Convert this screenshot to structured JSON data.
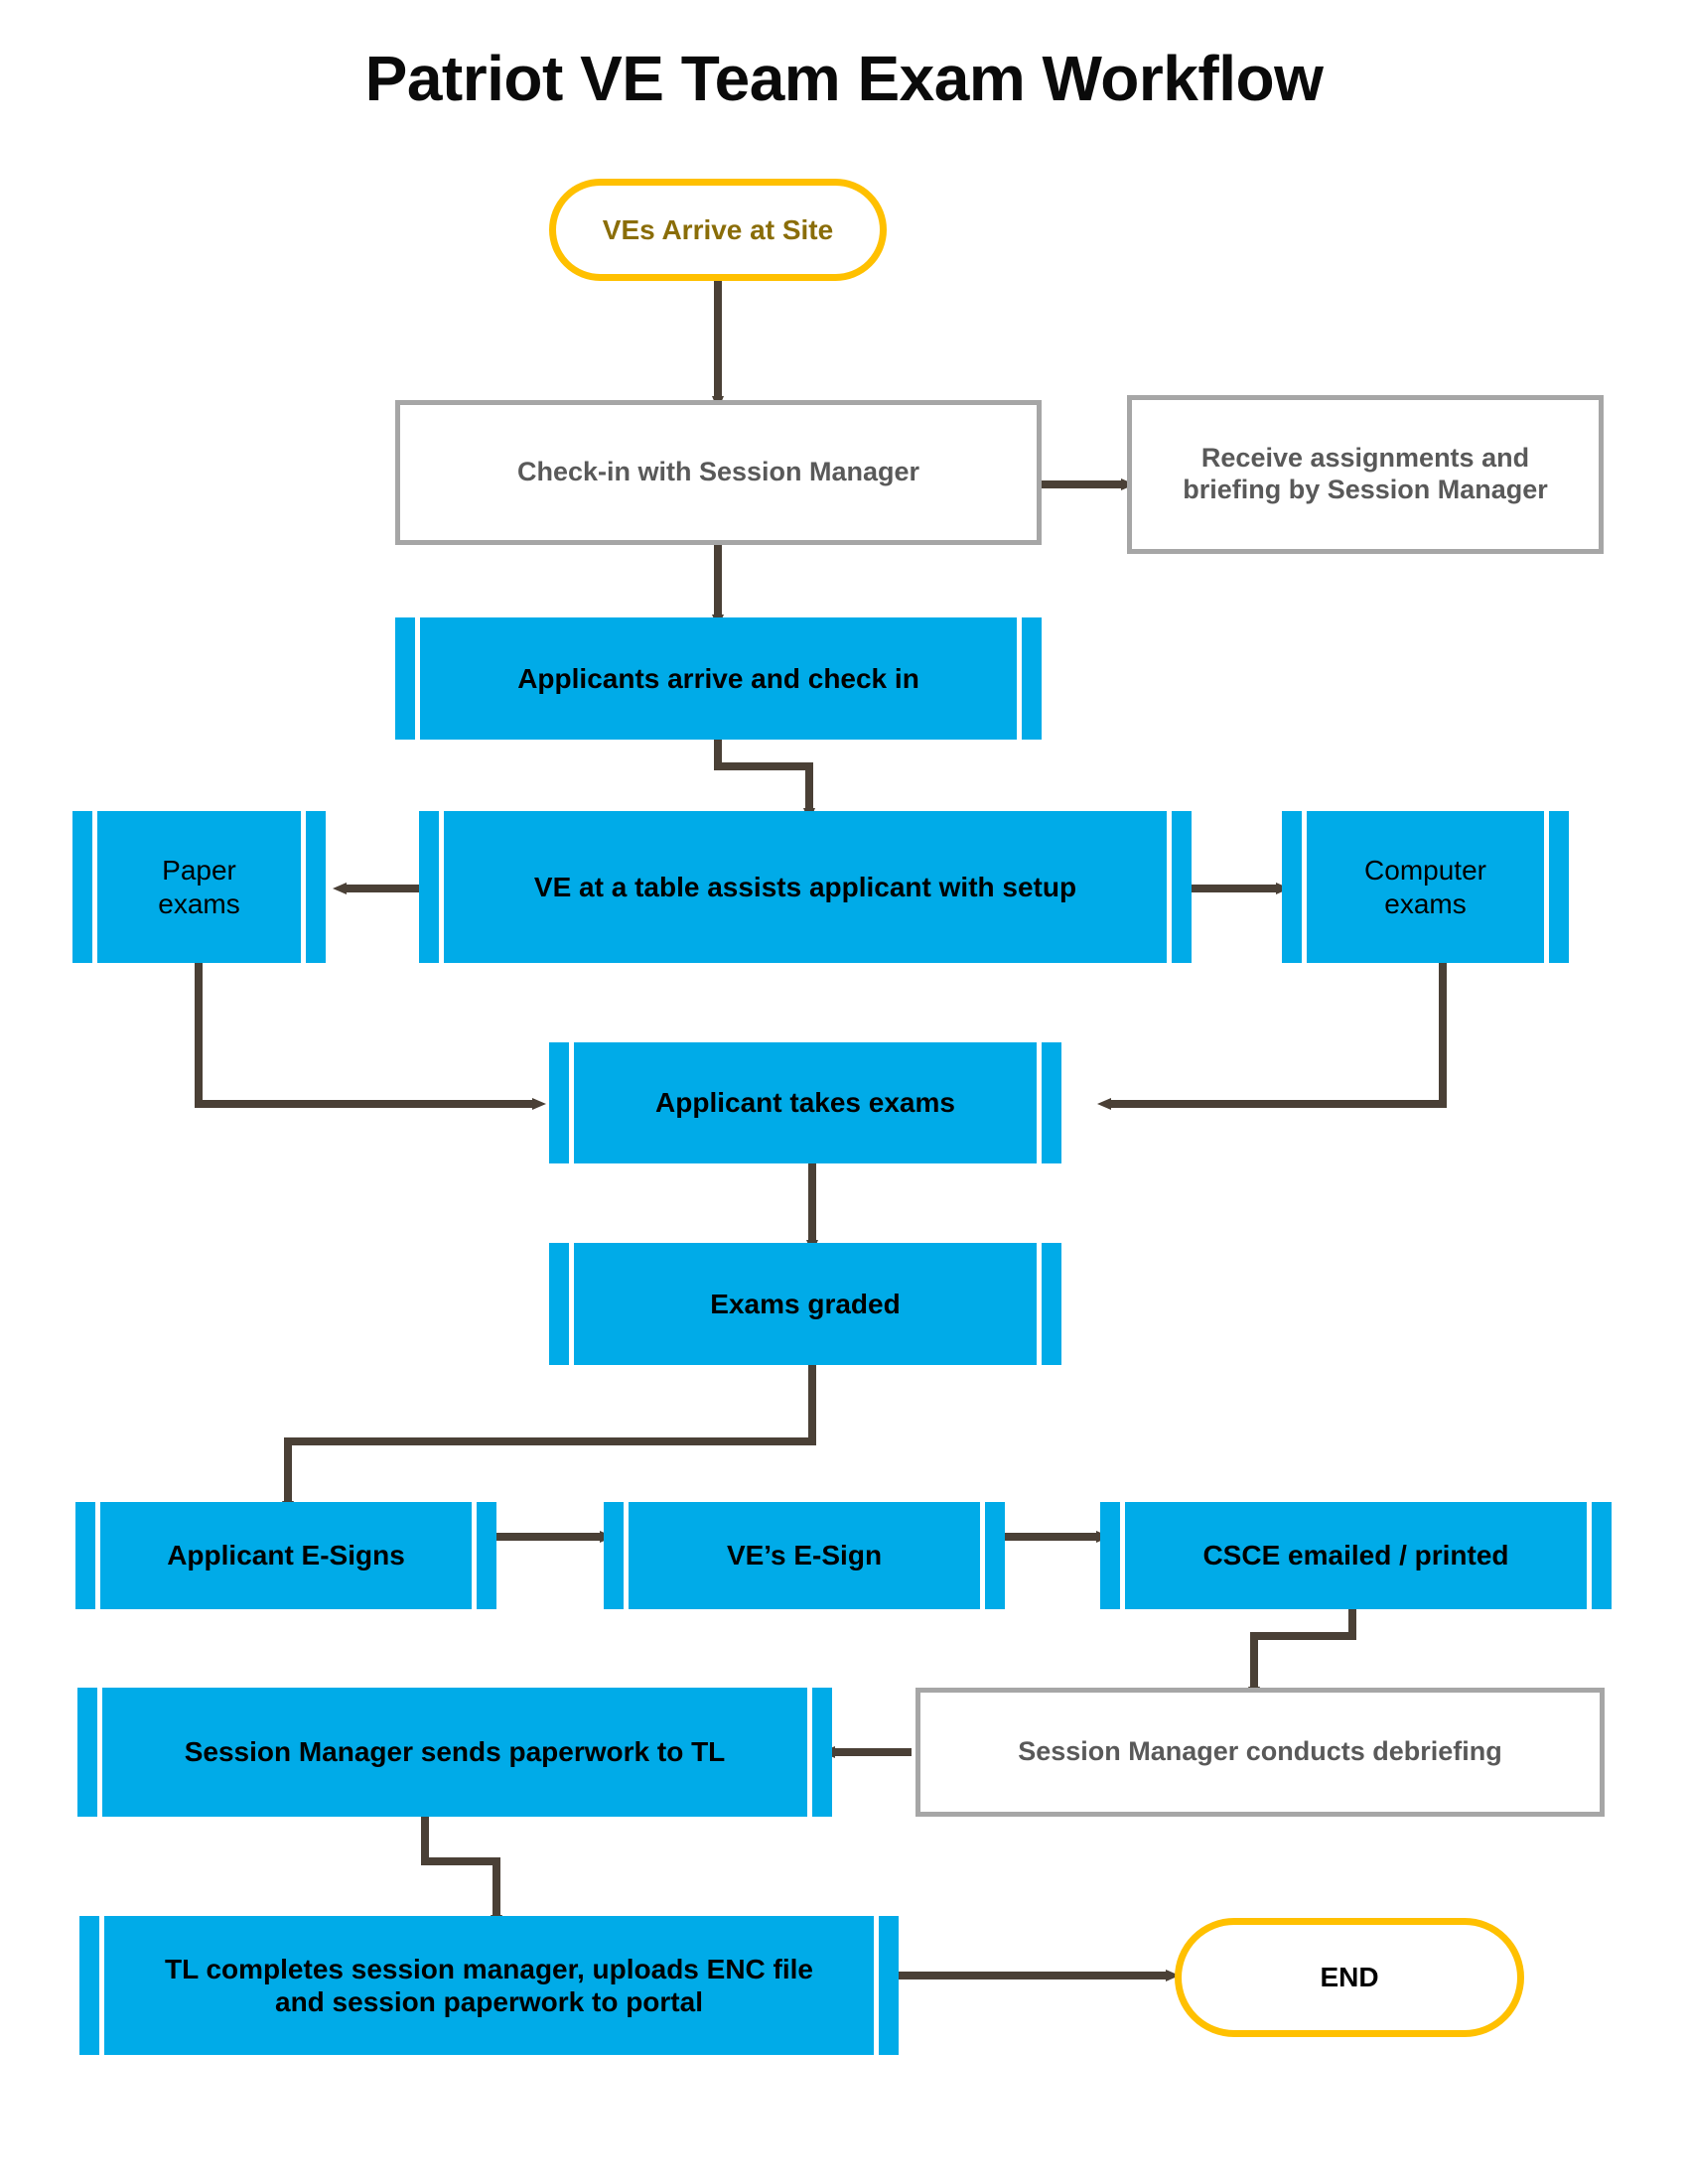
{
  "title": "Patriot VE Team Exam Workflow",
  "colors": {
    "blue_fill": "#00ABE8",
    "blue_text": "#000000",
    "grey_border": "#a6a6a6",
    "grey_text": "#595959",
    "terminator_border": "#FFC000",
    "start_text": "#8a6d08",
    "connector": "#4a4036",
    "background": "#ffffff"
  },
  "diagram_data": {
    "type": "flowchart",
    "orientation": "top-to-bottom",
    "nodes": [
      {
        "id": "start",
        "label": "VEs Arrive at Site",
        "shape": "terminator",
        "style": "yellow-outline"
      },
      {
        "id": "checkin",
        "label": "Check-in with Session Manager",
        "shape": "process",
        "style": "grey-outline"
      },
      {
        "id": "briefing",
        "label": "Receive assignments and briefing by Session Manager",
        "shape": "process",
        "style": "grey-outline"
      },
      {
        "id": "applicants",
        "label": "Applicants arrive and check in",
        "shape": "predefined-process",
        "style": "blue-fill"
      },
      {
        "id": "paper",
        "label": "Paper exams",
        "shape": "predefined-process",
        "style": "blue-fill"
      },
      {
        "id": "vetable",
        "label": "VE at a table assists applicant with setup",
        "shape": "predefined-process",
        "style": "blue-fill"
      },
      {
        "id": "computer",
        "label": "Computer exams",
        "shape": "predefined-process",
        "style": "blue-fill"
      },
      {
        "id": "takes",
        "label": "Applicant takes exams",
        "shape": "predefined-process",
        "style": "blue-fill"
      },
      {
        "id": "graded",
        "label": "Exams graded",
        "shape": "predefined-process",
        "style": "blue-fill"
      },
      {
        "id": "appesign",
        "label": "Applicant E-Signs",
        "shape": "predefined-process",
        "style": "blue-fill"
      },
      {
        "id": "veesign",
        "label": "VE’s E-Sign",
        "shape": "predefined-process",
        "style": "blue-fill"
      },
      {
        "id": "csce",
        "label": "CSCE emailed / printed",
        "shape": "predefined-process",
        "style": "blue-fill"
      },
      {
        "id": "debrief",
        "label": "Session Manager conducts debriefing",
        "shape": "process",
        "style": "grey-outline"
      },
      {
        "id": "smsends",
        "label": "Session Manager sends paperwork to TL",
        "shape": "predefined-process",
        "style": "blue-fill"
      },
      {
        "id": "tlcomplete",
        "label": "TL completes session manager, uploads ENC file and session paperwork to portal",
        "shape": "predefined-process",
        "style": "blue-fill"
      },
      {
        "id": "end",
        "label": "END",
        "shape": "terminator",
        "style": "yellow-outline"
      }
    ],
    "edges": [
      {
        "from": "start",
        "to": "checkin",
        "route": "straight-down"
      },
      {
        "from": "checkin",
        "to": "briefing",
        "route": "straight-right"
      },
      {
        "from": "checkin",
        "to": "applicants",
        "route": "straight-down"
      },
      {
        "from": "applicants",
        "to": "vetable",
        "route": "elbow-down-right-down"
      },
      {
        "from": "vetable",
        "to": "paper",
        "route": "straight-left"
      },
      {
        "from": "vetable",
        "to": "computer",
        "route": "straight-right"
      },
      {
        "from": "paper",
        "to": "takes",
        "route": "elbow-down-right"
      },
      {
        "from": "computer",
        "to": "takes",
        "route": "elbow-down-left"
      },
      {
        "from": "takes",
        "to": "graded",
        "route": "straight-down"
      },
      {
        "from": "graded",
        "to": "appesign",
        "route": "elbow-down-left-down"
      },
      {
        "from": "appesign",
        "to": "veesign",
        "route": "straight-right"
      },
      {
        "from": "veesign",
        "to": "csce",
        "route": "straight-right"
      },
      {
        "from": "csce",
        "to": "debrief",
        "route": "elbow-down-left-down"
      },
      {
        "from": "debrief",
        "to": "smsends",
        "route": "straight-left"
      },
      {
        "from": "smsends",
        "to": "tlcomplete",
        "route": "elbow-down-right-down"
      },
      {
        "from": "tlcomplete",
        "to": "end",
        "route": "straight-right"
      }
    ]
  },
  "nodes": {
    "start": "VEs Arrive at Site",
    "checkin": "Check-in with Session Manager",
    "briefing_line1": "Receive assignments and",
    "briefing_line2": "briefing by Session Manager",
    "applicants": "Applicants arrive and check in",
    "paper_line1": "Paper",
    "paper_line2": "exams",
    "vetable": "VE at a table assists applicant with setup",
    "computer_line1": "Computer",
    "computer_line2": "exams",
    "takes": "Applicant takes exams",
    "graded": "Exams graded",
    "appesign": "Applicant E-Signs",
    "veesign": "VE’s E-Sign",
    "csce": "CSCE emailed / printed",
    "debrief": "Session Manager conducts debriefing",
    "smsends": "Session Manager sends paperwork to TL",
    "tlcomplete_line1": "TL completes session manager, uploads ENC file",
    "tlcomplete_line2": "and session paperwork to portal",
    "end": "END"
  }
}
